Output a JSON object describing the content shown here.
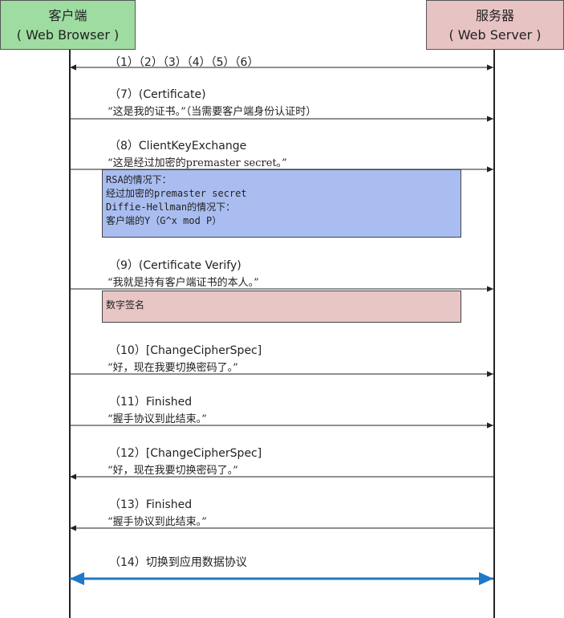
{
  "actors": {
    "client": {
      "name": "客户端",
      "sub": "( Web Browser )"
    },
    "server": {
      "name": "服务器",
      "sub": "( Web Server )"
    }
  },
  "messages": [
    {
      "title": "（1）（2）（3）（4）（5）（6）",
      "desc": "",
      "direction": "both"
    },
    {
      "title": "（7）(Certificate)",
      "desc": "“这是我的证书。”（当需要客户端身份认证时）",
      "direction": "right"
    },
    {
      "title": "（8）ClientKeyExchange",
      "desc": "“这是经过加密的premaster secret。”",
      "direction": "right"
    },
    {
      "title": "（9）(Certificate Verify)",
      "desc": "“我就是持有客户端证书的本人。”",
      "direction": "right"
    },
    {
      "title": "（10）[ChangeCipherSpec]",
      "desc": "“好，现在我要切换密码了。”",
      "direction": "right"
    },
    {
      "title": "（11）Finished",
      "desc": "“握手协议到此结束。”",
      "direction": "right"
    },
    {
      "title": "（12）[ChangeCipherSpec]",
      "desc": "“好，现在我要切换密码了。”",
      "direction": "left"
    },
    {
      "title": "（13）Finished",
      "desc": "“握手协议到此结束。”",
      "direction": "left"
    },
    {
      "title": "（14）切换到应用数据协议",
      "desc": "",
      "direction": "both"
    }
  ],
  "notes": {
    "rsa": [
      "RSA的情况下：",
      "经过加密的premaster secret",
      "Diffie-Hellman的情况下：",
      "客户端的Y（G^x mod P）"
    ],
    "signature": "数字签名"
  },
  "colors": {
    "client_box": "#9fdca1",
    "server_box": "#e8c3c4",
    "rsa_note": "#a9bdf0",
    "signature_note": "#e9c6c6",
    "app_data_arrow": "#1f78c8"
  }
}
